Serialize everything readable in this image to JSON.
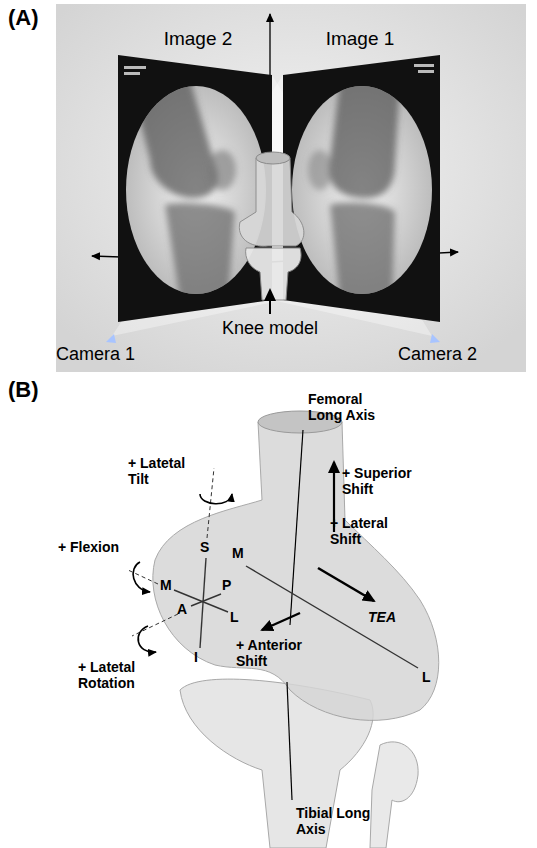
{
  "diagram": {
    "labels": [
      "(A)",
      "Image 2",
      "Image 1",
      "Knee model",
      "Camera 1",
      "Camera 2",
      "(B)",
      "Femoral Long Axis",
      "+ Superior Shift",
      "+ Latetal Tilt",
      "+ Flexion",
      "M",
      "S",
      "M",
      "P",
      "A",
      "L",
      "+ Lateral Shift",
      "+ Anterior Shift",
      "TEA",
      "L",
      "+ Latetal Rotation",
      "I",
      "Tibial Long Axis"
    ]
  }
}
